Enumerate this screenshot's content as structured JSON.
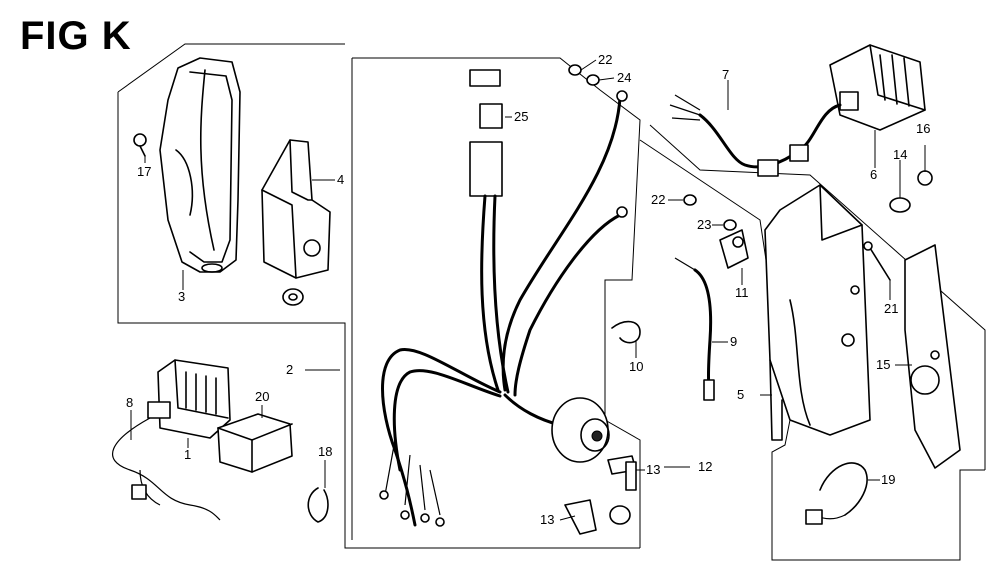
{
  "figure": {
    "title": "FIG K"
  },
  "callouts": {
    "c1": "1",
    "c2": "2",
    "c3": "3",
    "c4": "4",
    "c5": "5",
    "c6": "6",
    "c7": "7",
    "c8": "8",
    "c9": "9",
    "c10": "10",
    "c11": "11",
    "c12": "12",
    "c13a": "13",
    "c13b": "13",
    "c14": "14",
    "c15": "15",
    "c16": "16",
    "c17": "17",
    "c18": "18",
    "c19": "19",
    "c20": "20",
    "c21": "21",
    "c22a": "22",
    "c22b": "22",
    "c23": "23",
    "c24": "24",
    "c25": "25"
  }
}
